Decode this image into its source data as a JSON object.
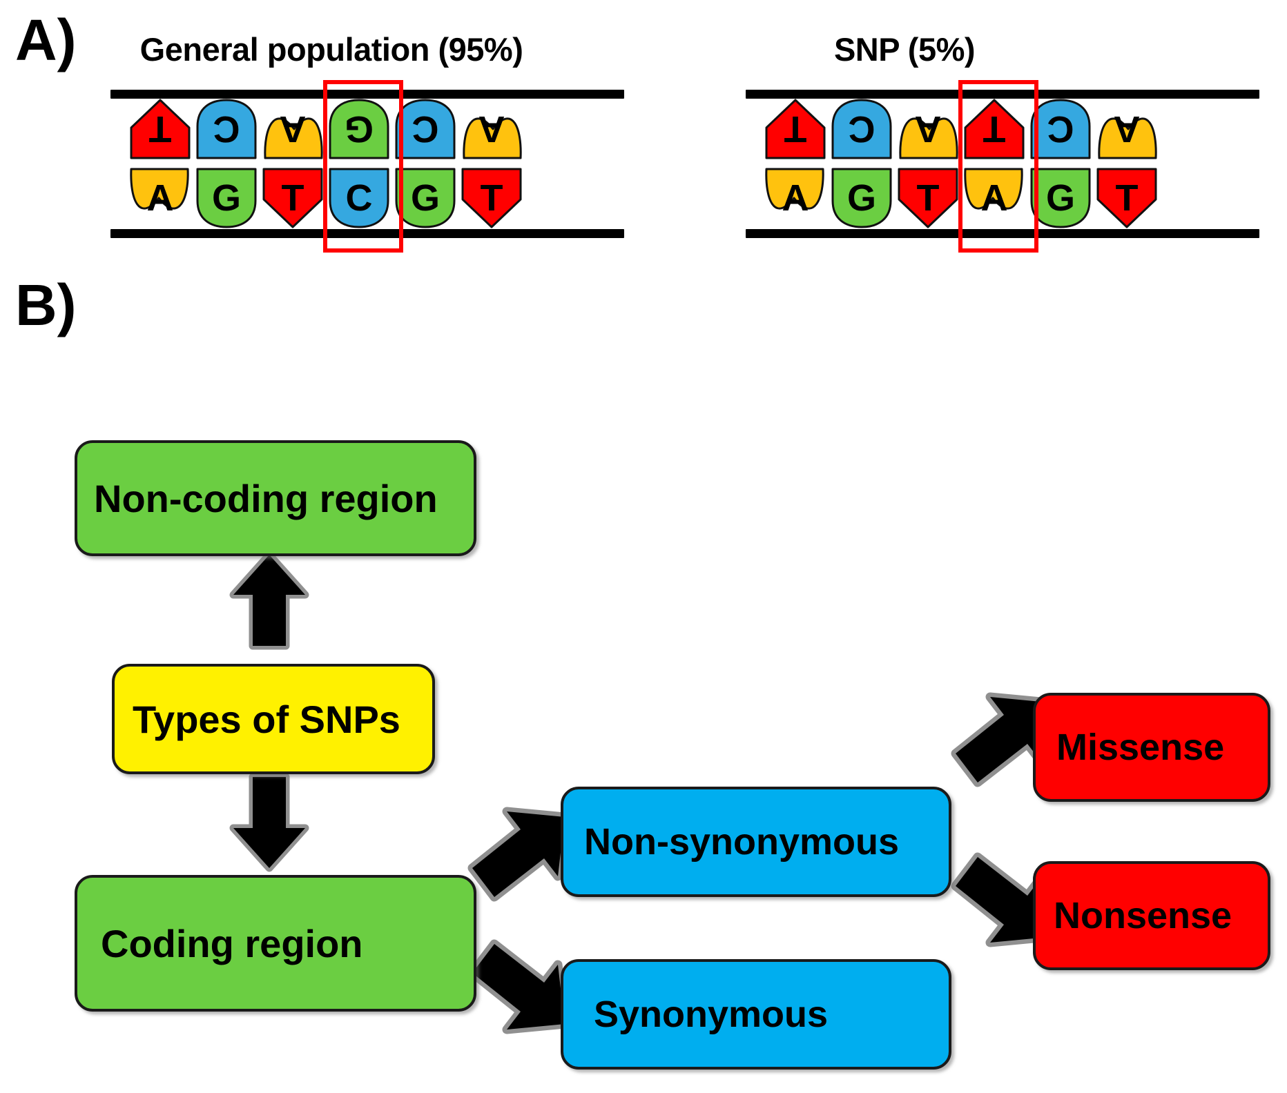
{
  "figure": {
    "panel_a_letter": "A)",
    "panel_b_letter": "B)"
  },
  "panel_a": {
    "left_title": "General population (95%)",
    "right_title": "SNP (5%)",
    "colors": {
      "adenine": "#FFC20E",
      "thymine": "#FF0000",
      "cytosine": "#35A8E0",
      "guanine": "#6BCE42",
      "strand": "#000000",
      "highlight": "#FF0000"
    },
    "legend_shapes": {
      "A": "bowtie-shape",
      "T": "pentagon-shape",
      "C": "u-shape",
      "G": "u-shape"
    },
    "sequences": [
      {
        "name": "general-population",
        "title": "General population (95%)",
        "top_strand": [
          "T",
          "C",
          "A",
          "G",
          "C",
          "A"
        ],
        "bottom_strand": [
          "A",
          "G",
          "T",
          "C",
          "G",
          "T"
        ],
        "highlight_index": 3,
        "highlight_pair": "G-C"
      },
      {
        "name": "snp",
        "title": "SNP (5%)",
        "top_strand": [
          "T",
          "C",
          "A",
          "T",
          "C",
          "A"
        ],
        "bottom_strand": [
          "A",
          "G",
          "T",
          "A",
          "G",
          "T"
        ],
        "highlight_index": 3,
        "highlight_pair": "T-A"
      }
    ]
  },
  "panel_b": {
    "colors": {
      "green": "#6BCE42",
      "yellow": "#FFF100",
      "blue": "#00AEEF",
      "red": "#FF0000",
      "arrow_fill": "#000000",
      "arrow_outline": "#909090"
    },
    "nodes": [
      {
        "id": "non-coding-region",
        "label": "Non-coding region",
        "color": "green"
      },
      {
        "id": "types-of-snps",
        "label": "Types of SNPs",
        "color": "yellow"
      },
      {
        "id": "coding-region",
        "label": "Coding region",
        "color": "green"
      },
      {
        "id": "non-synonymous",
        "label": "Non-synonymous",
        "color": "blue"
      },
      {
        "id": "synonymous",
        "label": "Synonymous",
        "color": "blue"
      },
      {
        "id": "missense",
        "label": "Missense",
        "color": "red"
      },
      {
        "id": "nonsense",
        "label": "Nonsense",
        "color": "red"
      }
    ],
    "edges": [
      {
        "from": "types-of-snps",
        "to": "non-coding-region",
        "direction": "up"
      },
      {
        "from": "types-of-snps",
        "to": "coding-region",
        "direction": "down"
      },
      {
        "from": "coding-region",
        "to": "non-synonymous",
        "direction": "up-right"
      },
      {
        "from": "coding-region",
        "to": "synonymous",
        "direction": "down-right"
      },
      {
        "from": "non-synonymous",
        "to": "missense",
        "direction": "up-right"
      },
      {
        "from": "non-synonymous",
        "to": "nonsense",
        "direction": "down-right"
      }
    ]
  }
}
